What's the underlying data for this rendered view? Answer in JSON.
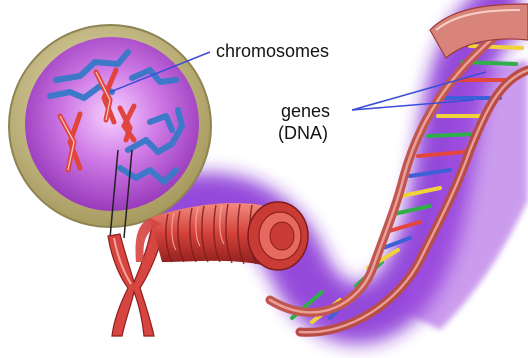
{
  "labels": {
    "chromosomes": "chromosomes",
    "genes": "genes",
    "dna": "(DNA)"
  },
  "colors": {
    "cell_rim": "#c9bd86",
    "nucleus_purple": "#9c3cbf",
    "chromosome_red": "#e0443c",
    "chromatin_blue": "#3d78c9",
    "helix_backbone": "#c0564f",
    "helix_glow": "#7a1fd1",
    "coil_red": "#d6453f",
    "leader_line": "#3a4fd8"
  },
  "icons": {
    "cell": "cell-nucleus-icon",
    "chromosome": "chromosome-icon",
    "dna": "dna-helix-icon"
  }
}
